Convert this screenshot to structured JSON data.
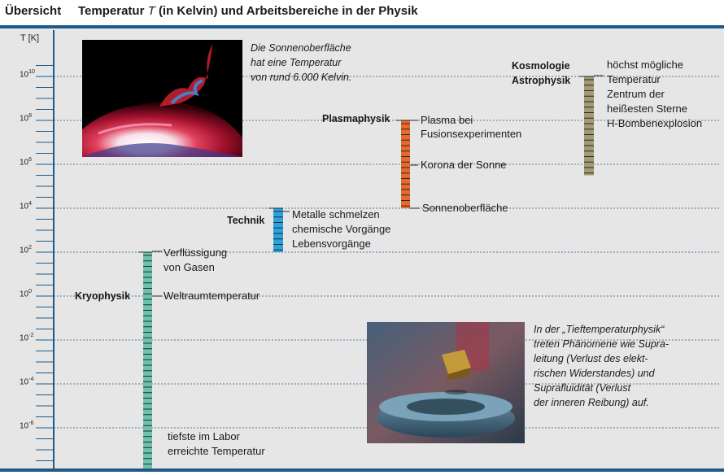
{
  "header": {
    "section": "Übersicht",
    "title_pre": "Temperatur",
    "title_var": "T",
    "title_post": "(in Kelvin) und Arbeitsbereiche in der Physik"
  },
  "axis": {
    "label": "T [K]",
    "ticks": [
      {
        "base": "10",
        "exp": "10"
      },
      {
        "base": "10",
        "exp": "8"
      },
      {
        "base": "10",
        "exp": "6"
      },
      {
        "base": "10",
        "exp": "4"
      },
      {
        "base": "10",
        "exp": "2"
      },
      {
        "base": "10",
        "exp": "0"
      },
      {
        "base": "10",
        "exp": "-2"
      },
      {
        "base": "10",
        "exp": "-4"
      },
      {
        "base": "10",
        "exp": "-6"
      }
    ]
  },
  "fields": {
    "kryo": {
      "name": "Kryophysik",
      "color": "#6cc3ad",
      "from_exp": -8,
      "to_exp": 2
    },
    "technik": {
      "name": "Technik",
      "color": "#2aa3dc",
      "from_exp": 2,
      "to_exp": 4
    },
    "plasma": {
      "name": "Plasmaphysik",
      "color": "#e66a2c",
      "from_exp": 4,
      "to_exp": 8
    },
    "kosmo": {
      "name1": "Kosmologie",
      "name2": "Astrophysik",
      "color": "#a39b74",
      "from_exp": 5.5,
      "to_exp": 10
    }
  },
  "labels": {
    "verfluessigung1": "Verflüssigung",
    "verfluessigung2": "von Gasen",
    "weltraum": "Weltraumtemperatur",
    "tiefste1": "tiefste im Labor",
    "tiefste2": "erreichte Temperatur",
    "metalle": "Metalle schmelzen",
    "chemisch": "chemische Vorgänge",
    "leben": "Lebensvorgänge",
    "plasma_bei": "Plasma bei",
    "fusion": "Fusionsexperimenten",
    "korona": "Korona der Sonne",
    "sonnenoberflaeche": "Sonnenoberfläche",
    "hoechst1": "höchst mögliche",
    "hoechst2": "Temperatur",
    "zentrum1": "Zentrum der",
    "zentrum2": "heißesten Sterne",
    "hbombe": "H-Bombenexplosion"
  },
  "captions": {
    "sun": [
      "Die Sonnenoberfläche",
      "hat eine Temperatur",
      "von rund 6.000 Kelvin."
    ],
    "tief": [
      "In der „Tieftemperaturphysik“",
      "treten Phänomene wie Supra-",
      "leitung (Verlust des elekt-",
      "rischen Widerstandes) und",
      "Suprafluidität (Verlust",
      "der inneren Reibung) auf."
    ]
  },
  "colors": {
    "frame": "#1f5a88",
    "panel": "#e6e6e6",
    "gridline": "#4a7ca6"
  }
}
